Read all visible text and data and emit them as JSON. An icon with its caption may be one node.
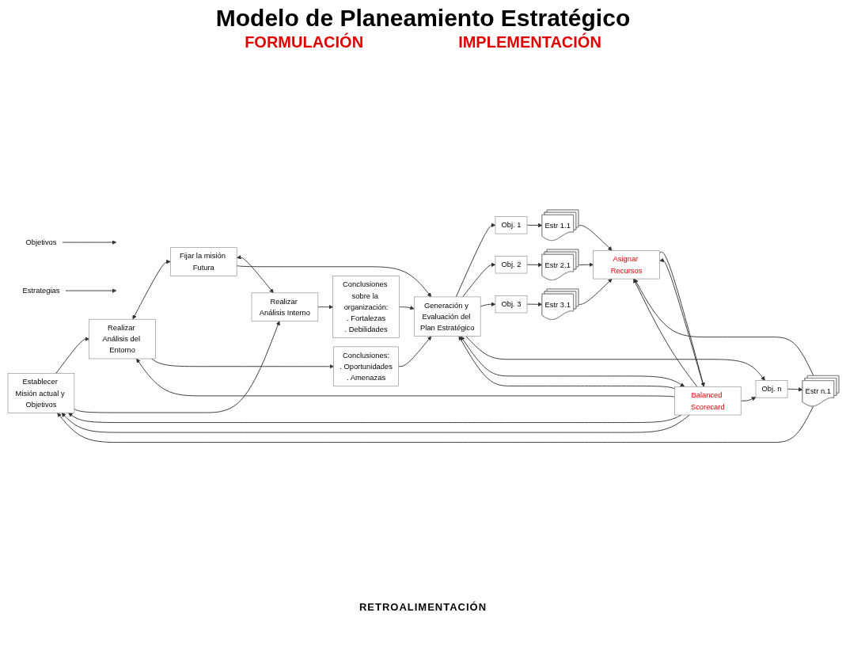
{
  "diagram": {
    "title": "Modelo de Planeamiento Estratégico",
    "nodes": [
      {
        "text": [
          "Establecer Misión actual y Objetivos"
        ]
      },
      {
        "text": [
          "Realizar Análisis del Entorno"
        ]
      },
      {
        "text": [
          "Conclusiones:",
          ". Oportunidades",
          ". Amenazas"
        ]
      },
      {
        "text": [
          "Fijar la misión Futura"
        ]
      },
      {
        "text": [
          "Realizar Análisis Interno"
        ]
      },
      {
        "text": [
          "Conclusiones sobre la organización:",
          ". Fortalezas",
          ". Debilidades"
        ]
      },
      {
        "text": [
          "Generación y Evaluación del Plan Estratégico"
        ]
      },
      {
        "text": [
          "Obj. 1"
        ]
      },
      {
        "text": [
          "Estr 1.1"
        ]
      },
      {
        "text": [
          "Obj. 2"
        ]
      },
      {
        "text": [
          "Estr 2.1"
        ]
      },
      {
        "text": [
          "Obj. 3"
        ]
      },
      {
        "text": [
          "Estr 3.1"
        ]
      },
      {
        "text": [
          "Obj. n"
        ]
      },
      {
        "text": [
          "Estr n.1"
        ]
      },
      {
        "text": [
          "Asignar Recursos"
        ]
      },
      {
        "text": [
          "Balanced Scorecard"
        ]
      },
      {
        "text": [
          "Objetivos"
        ]
      },
      {
        "text": [
          "Estrategias"
        ]
      }
    ],
    "edges": [
      {
        "from": 0,
        "to": 1,
        "arrow": "to"
      },
      {
        "from": 0,
        "to": 4,
        "arrow": "to"
      },
      {
        "from": 1,
        "to": 3,
        "arrow": "both"
      },
      {
        "from": 3,
        "to": 4,
        "arrow": "both"
      },
      {
        "from": 1,
        "to": 2,
        "arrow": "to"
      },
      {
        "from": 4,
        "to": 5,
        "arrow": "to"
      },
      {
        "from": 2,
        "to": 6,
        "arrow": "to"
      },
      {
        "from": 3,
        "to": 6,
        "arrow": "to"
      },
      {
        "from": 5,
        "to": 6,
        "arrow": "to"
      },
      {
        "from": 6,
        "to": 7,
        "arrow": "to"
      },
      {
        "from": 6,
        "to": 9,
        "arrow": "to"
      },
      {
        "from": 6,
        "to": 11,
        "arrow": "to"
      },
      {
        "from": 6,
        "to": 13,
        "arrow": "to"
      },
      {
        "from": 7,
        "to": 8,
        "arrow": "to"
      },
      {
        "from": 9,
        "to": 10,
        "arrow": "to"
      },
      {
        "from": 11,
        "to": 12,
        "arrow": "to"
      },
      {
        "from": 13,
        "to": 14,
        "arrow": "to"
      },
      {
        "from": 8,
        "to": 15,
        "arrow": "to"
      },
      {
        "from": 10,
        "to": 15,
        "arrow": "to"
      },
      {
        "from": 12,
        "to": 15,
        "arrow": "to"
      },
      {
        "from": 14,
        "to": 15,
        "arrow": "to"
      },
      {
        "from": 15,
        "to": 16,
        "arrow": "to"
      },
      {
        "from": 16,
        "to": 0,
        "arrow": "to"
      },
      {
        "from": 16,
        "to": 1,
        "arrow": "to"
      },
      {
        "from": 16,
        "to": 6,
        "arrow": "both"
      },
      {
        "from": 16,
        "to": 15,
        "arrow": "to"
      },
      {
        "from": 16,
        "to": 0,
        "arrow": "to"
      },
      {
        "from": 16,
        "to": 6,
        "arrow": "to"
      },
      {
        "from": 16,
        "to": 13,
        "arrow": "to"
      },
      {
        "from": 16,
        "to": 15,
        "arrow": "to"
      },
      {
        "from": 14,
        "to": 0,
        "arrow": "to"
      },
      {
        "from": 17,
        "to": null,
        "arrow": "to"
      },
      {
        "from": 18,
        "to": null,
        "arrow": "to"
      }
    ],
    "labels": [
      "FORMULACIÓN",
      "IMPLEMENTACIÓN",
      "RETROALIMENTACIÓN"
    ]
  }
}
